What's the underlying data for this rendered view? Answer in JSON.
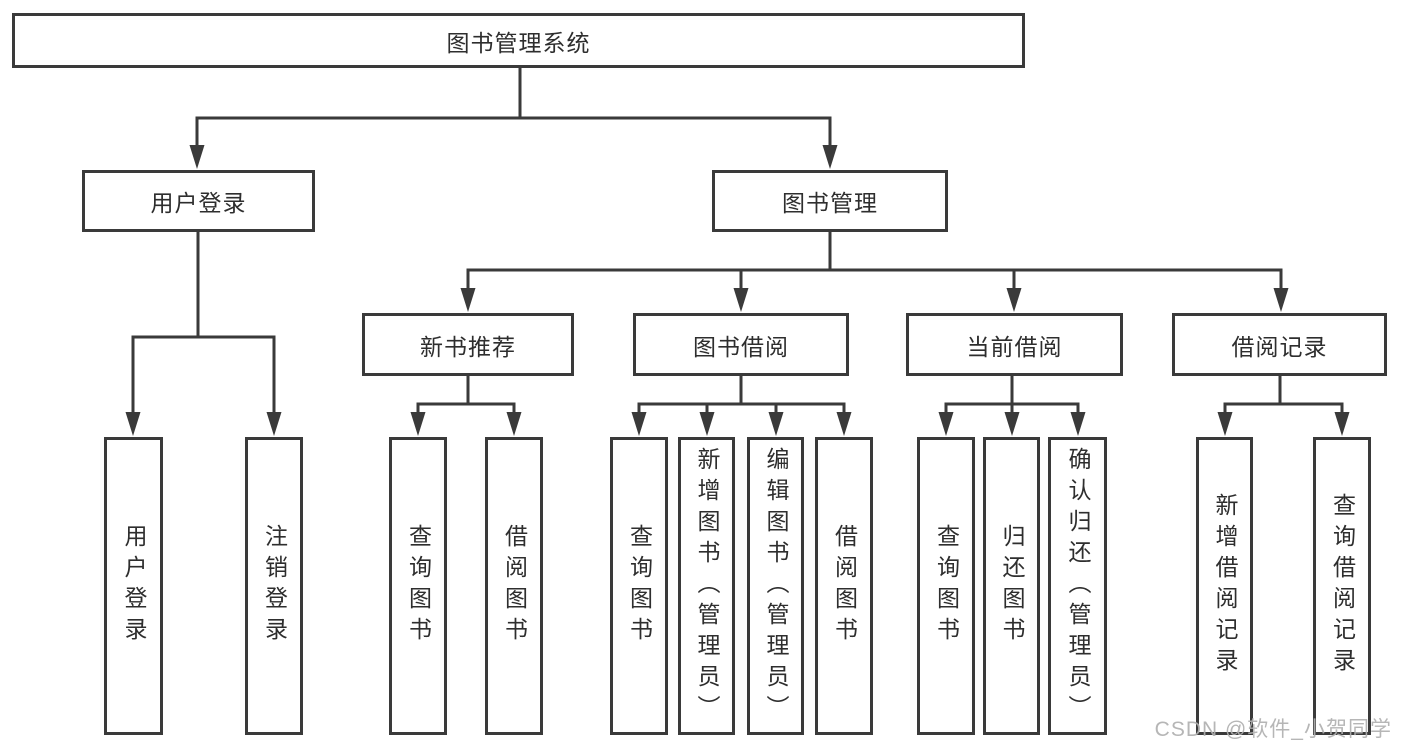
{
  "title": "图书管理系统",
  "tree": {
    "root": "图书管理系统",
    "level2": [
      "用户登录",
      "图书管理"
    ],
    "userGroup": {
      "parent": "用户登录",
      "children": [
        "用户登录",
        "注销登录"
      ]
    },
    "bookGroups": [
      {
        "label": "新书推荐",
        "children": [
          "查询图书",
          "借阅图书"
        ]
      },
      {
        "label": "图书借阅",
        "children": [
          "查询图书",
          "新增图书（管理员）",
          "编辑图书（管理员）",
          "借阅图书"
        ]
      },
      {
        "label": "当前借阅",
        "children": [
          "查询图书",
          "归还图书",
          "确认归还（管理员）"
        ]
      },
      {
        "label": "借阅记录",
        "children": [
          "新增借阅记录",
          "查询借阅记录"
        ]
      }
    ]
  },
  "watermark": "CSDN @软件_小贺同学",
  "colors": {
    "line": "#3a3a3a",
    "text": "#2e2e2e",
    "watermark": "#b0b0b0",
    "background": "#ffffff"
  }
}
